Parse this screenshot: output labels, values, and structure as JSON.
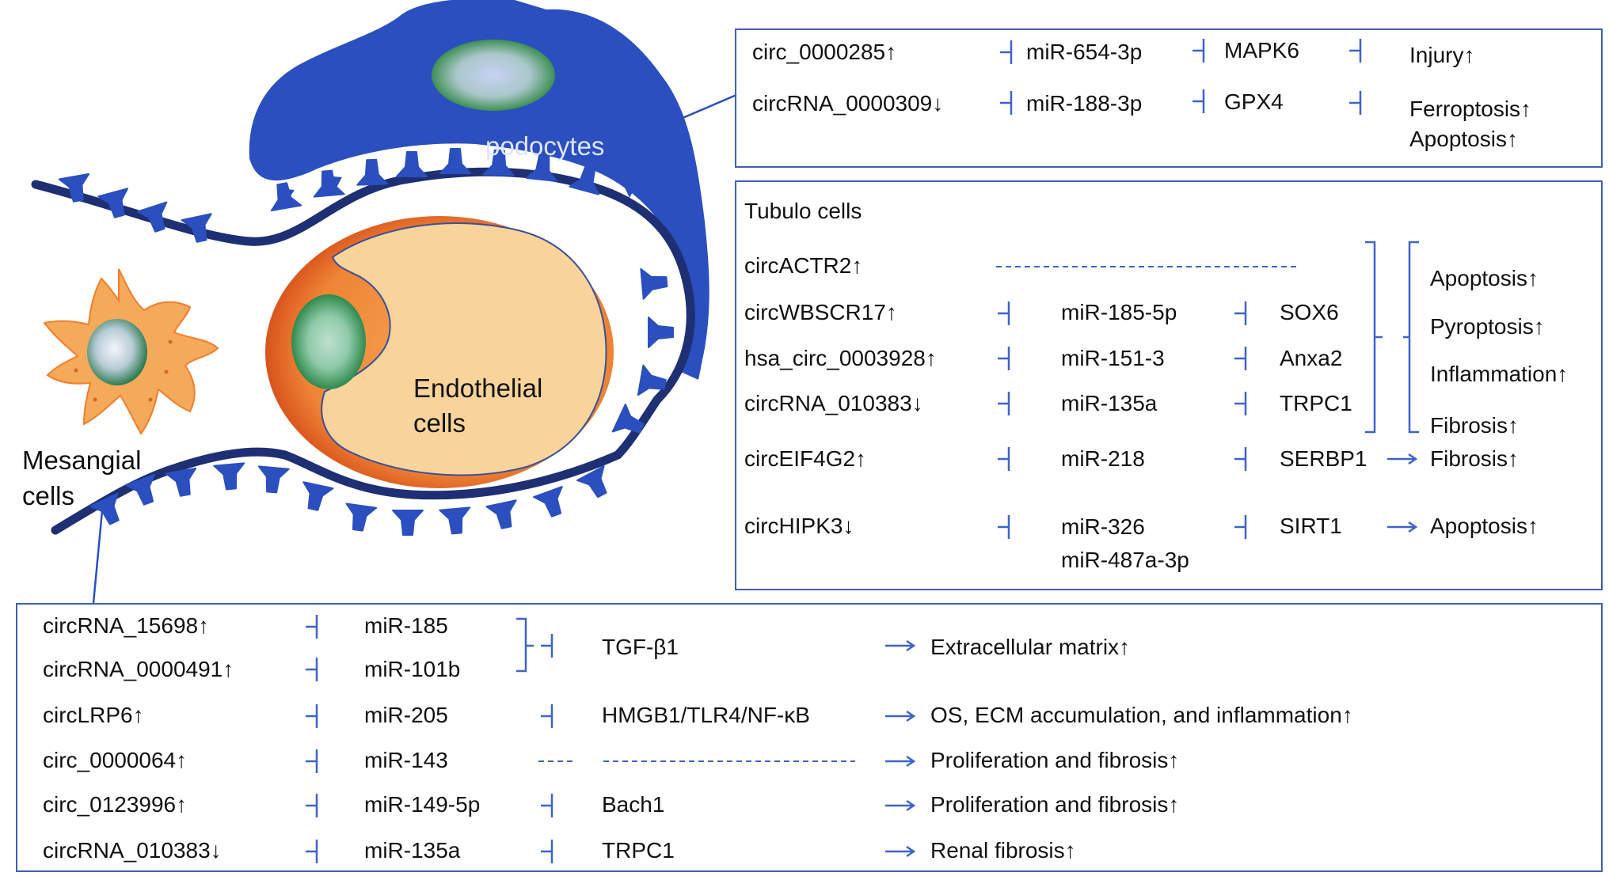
{
  "labels": {
    "podocytes": "podocytes",
    "endothelial": "Endothelial",
    "endothelial_2": "cells",
    "mesangial": "Mesangial",
    "mesangial_2": "cells"
  },
  "podocyte_panel": {
    "rows": [
      {
        "circ": "circ_0000285↑",
        "mir": "miR-654-3p",
        "target": "MAPK6",
        "outcome": [
          "Injury↑"
        ]
      },
      {
        "circ": "circRNA_0000309↓",
        "mir": "miR-188-3p",
        "target": "GPX4",
        "outcome": [
          "Ferroptosis↑",
          "Apoptosis↑"
        ]
      }
    ]
  },
  "tubulo_panel": {
    "title": "Tubulo cells",
    "rows": [
      {
        "circ": "circACTR2↑",
        "mir": "",
        "target": ""
      },
      {
        "circ": "circWBSCR17↑",
        "mir": "miR-185-5p",
        "target": "SOX6"
      },
      {
        "circ": "hsa_circ_0003928↑",
        "mir": "miR-151-3",
        "target": "Anxa2"
      },
      {
        "circ": "circRNA_010383↓",
        "mir": "miR-135a",
        "target": "TRPC1"
      },
      {
        "circ": "circEIF4G2↑",
        "mir": "miR-218",
        "target": "SERBP1",
        "outcome": "Fibrosis↑"
      },
      {
        "circ": "circHIPK3↓",
        "mir": "miR-326",
        "mir2": "miR-487a-3p",
        "target": "SIRT1",
        "outcome": "Apoptosis↑"
      }
    ],
    "group_outcomes": [
      "Apoptosis↑",
      "Pyroptosis↑",
      "Inflammation↑",
      "Fibrosis↑"
    ]
  },
  "mesangial_panel": {
    "rows": [
      {
        "circ": "circRNA_15698↑",
        "mir": "miR-185"
      },
      {
        "circ": "circRNA_0000491↑",
        "mir": "miR-101b"
      },
      {
        "circ": "circLRP6↑",
        "mir": "miR-205",
        "target": "HMGB1/TLR4/NF-κB",
        "outcome": "OS, ECM accumulation, and inflammation↑"
      },
      {
        "circ": "circ_0000064↑",
        "mir": "miR-143",
        "target": "",
        "outcome": "Proliferation and fibrosis↑"
      },
      {
        "circ": "circ_0123996↑",
        "mir": "miR-149-5p",
        "target": "Bach1",
        "outcome": "Proliferation and fibrosis↑"
      },
      {
        "circ": "circRNA_010383↓",
        "mir": "miR-135a",
        "target": "TRPC1",
        "outcome": "Renal fibrosis↑"
      }
    ],
    "shared_target": "TGF-β1",
    "shared_outcome": "Extracellular matrix↑"
  },
  "colors": {
    "podocyte": "#2b4fbf",
    "membrane": "#1e2f74",
    "endothelial_outer": "#e9762b",
    "endothelial_inner": "#f8d49b",
    "mesangial": "#f5a95b",
    "nucleus_green": "#2f8a4d",
    "inhibit_blue": "#3f63c8",
    "panel_border": "#3f5fb5"
  }
}
